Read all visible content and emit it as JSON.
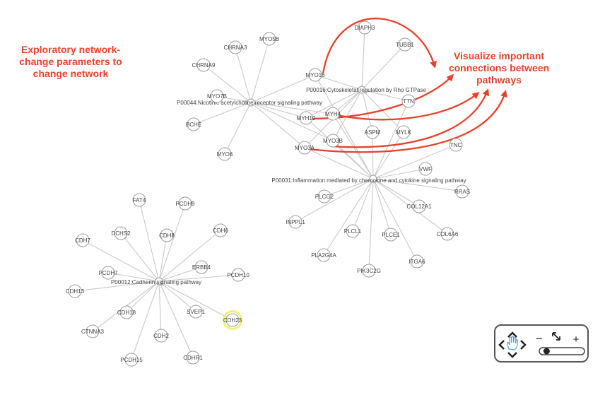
{
  "annotations": {
    "left": "Exploratory network-\nchange parameters to\nchange network",
    "right": "Visualize important\nconnections between\npathways"
  },
  "colors": {
    "edge": "#c8c8c8",
    "node_stroke": "#9a9a9a",
    "highlight": "#f2f07a",
    "arrow": "#e8412a"
  },
  "hubs": [
    {
      "id": "P00044",
      "label": "P00044:Nicotinic acetylcholine receptor signaling pathway"
    },
    {
      "id": "P00016",
      "label": "P00016:Cytoskeletal regulation by Rho GTPase"
    },
    {
      "id": "P00031",
      "label": "P00031:Inflammation mediated by chemokine and cytokine signaling pathway"
    },
    {
      "id": "P00012",
      "label": "P00012:Cadherin signaling pathway"
    }
  ],
  "genes": [
    {
      "id": "CHRNA3",
      "label": "CHRNA3"
    },
    {
      "id": "MYO5B",
      "label": "MYO5B"
    },
    {
      "id": "CHRNA9",
      "label": "CHRNA9"
    },
    {
      "id": "MYO7B",
      "label": "MYO7B"
    },
    {
      "id": "BCHE",
      "label": "BCHE"
    },
    {
      "id": "MYO6",
      "label": "MYO6"
    },
    {
      "id": "DIAPH3",
      "label": "DIAPH3"
    },
    {
      "id": "TUBB1",
      "label": "TUBB1"
    },
    {
      "id": "MYO16",
      "label": "MYO16"
    },
    {
      "id": "MYH4",
      "label": "MYH4"
    },
    {
      "id": "MYH10",
      "label": "MYH10"
    },
    {
      "id": "TTN",
      "label": "TTN"
    },
    {
      "id": "ASPM",
      "label": "ASPM"
    },
    {
      "id": "MYLK",
      "label": "MYLK"
    },
    {
      "id": "MYO3B",
      "label": "MYO3B"
    },
    {
      "id": "MYO3A",
      "label": "MYO3A"
    },
    {
      "id": "TNC",
      "label": "TNC"
    },
    {
      "id": "VWF",
      "label": "VWF"
    },
    {
      "id": "RRAS",
      "label": "RRAS"
    },
    {
      "id": "COL12A1",
      "label": "COL12A1"
    },
    {
      "id": "COL6A6",
      "label": "COL6A6"
    },
    {
      "id": "PLCG2",
      "label": "PLCG2"
    },
    {
      "id": "INPPL1",
      "label": "INPPL1"
    },
    {
      "id": "PLCL1",
      "label": "PLCL1"
    },
    {
      "id": "PLCE1",
      "label": "PLCE1"
    },
    {
      "id": "PLA2G4A",
      "label": "PLA2G4A"
    },
    {
      "id": "PIK3C2G",
      "label": "PIK3C2G"
    },
    {
      "id": "ITGA6",
      "label": "ITGA6"
    },
    {
      "id": "FAT4",
      "label": "FAT4"
    },
    {
      "id": "PCDH9",
      "label": "PCDH9"
    },
    {
      "id": "DCHS2",
      "label": "DCHS2"
    },
    {
      "id": "CDH8",
      "label": "CDH8"
    },
    {
      "id": "CDH6",
      "label": "CDH6"
    },
    {
      "id": "CDH7",
      "label": "CDH7"
    },
    {
      "id": "ERBB4",
      "label": "ERBB4"
    },
    {
      "id": "PCDH7",
      "label": "PCDH7"
    },
    {
      "id": "PCDH10",
      "label": "PCDH10"
    },
    {
      "id": "CDH13",
      "label": "CDH13"
    },
    {
      "id": "CDH18",
      "label": "CDH18"
    },
    {
      "id": "SVEP1",
      "label": "SVEP1"
    },
    {
      "id": "CDH23",
      "label": "CDH23",
      "highlighted": true
    },
    {
      "id": "CTNNA3",
      "label": "CTNNA3"
    },
    {
      "id": "CDH2",
      "label": "CDH2"
    },
    {
      "id": "PCDH15",
      "label": "PCDH15"
    },
    {
      "id": "CDHR1",
      "label": "CDHR1"
    }
  ],
  "edges": [
    [
      "P00044",
      "CHRNA3"
    ],
    [
      "P00044",
      "MYO5B"
    ],
    [
      "P00044",
      "CHRNA9"
    ],
    [
      "P00044",
      "MYO7B"
    ],
    [
      "P00044",
      "BCHE"
    ],
    [
      "P00044",
      "MYO6"
    ],
    [
      "P00044",
      "MYO16"
    ],
    [
      "P00044",
      "MYH10"
    ],
    [
      "P00044",
      "MYH4"
    ],
    [
      "P00044",
      "MYO3B"
    ],
    [
      "P00044",
      "MYO3A"
    ],
    [
      "P00016",
      "DIAPH3"
    ],
    [
      "P00016",
      "TUBB1"
    ],
    [
      "P00016",
      "MYO16"
    ],
    [
      "P00016",
      "MYH4"
    ],
    [
      "P00016",
      "MYH10"
    ],
    [
      "P00016",
      "TTN"
    ],
    [
      "P00016",
      "ASPM"
    ],
    [
      "P00016",
      "MYLK"
    ],
    [
      "P00016",
      "MYO3B"
    ],
    [
      "P00016",
      "MYO3A"
    ],
    [
      "P00031",
      "MYO16"
    ],
    [
      "P00031",
      "MYH4"
    ],
    [
      "P00031",
      "MYH10"
    ],
    [
      "P00031",
      "TTN"
    ],
    [
      "P00031",
      "ASPM"
    ],
    [
      "P00031",
      "MYLK"
    ],
    [
      "P00031",
      "MYO3B"
    ],
    [
      "P00031",
      "MYO3A"
    ],
    [
      "P00031",
      "TNC"
    ],
    [
      "P00031",
      "VWF"
    ],
    [
      "P00031",
      "RRAS"
    ],
    [
      "P00031",
      "COL12A1"
    ],
    [
      "P00031",
      "COL6A6"
    ],
    [
      "P00031",
      "PLCG2"
    ],
    [
      "P00031",
      "INPPL1"
    ],
    [
      "P00031",
      "PLCL1"
    ],
    [
      "P00031",
      "PLCE1"
    ],
    [
      "P00031",
      "PLA2G4A"
    ],
    [
      "P00031",
      "PIK3C2G"
    ],
    [
      "P00031",
      "ITGA6"
    ],
    [
      "P00012",
      "FAT4"
    ],
    [
      "P00012",
      "PCDH9"
    ],
    [
      "P00012",
      "DCHS2"
    ],
    [
      "P00012",
      "CDH8"
    ],
    [
      "P00012",
      "CDH6"
    ],
    [
      "P00012",
      "CDH7"
    ],
    [
      "P00012",
      "ERBB4"
    ],
    [
      "P00012",
      "PCDH7"
    ],
    [
      "P00012",
      "PCDH10"
    ],
    [
      "P00012",
      "CDH13"
    ],
    [
      "P00012",
      "CDH18"
    ],
    [
      "P00012",
      "SVEP1"
    ],
    [
      "P00012",
      "CDH23"
    ],
    [
      "P00012",
      "CTNNA3"
    ],
    [
      "P00012",
      "CDH2"
    ],
    [
      "P00012",
      "PCDH15"
    ],
    [
      "P00012",
      "CDHR1"
    ]
  ],
  "navigation": {
    "zoom_out_label": "−",
    "zoom_in_label": "+",
    "zoom_level": 0.1,
    "icons": [
      "pan-hand-icon",
      "fit-screen-icon"
    ]
  }
}
